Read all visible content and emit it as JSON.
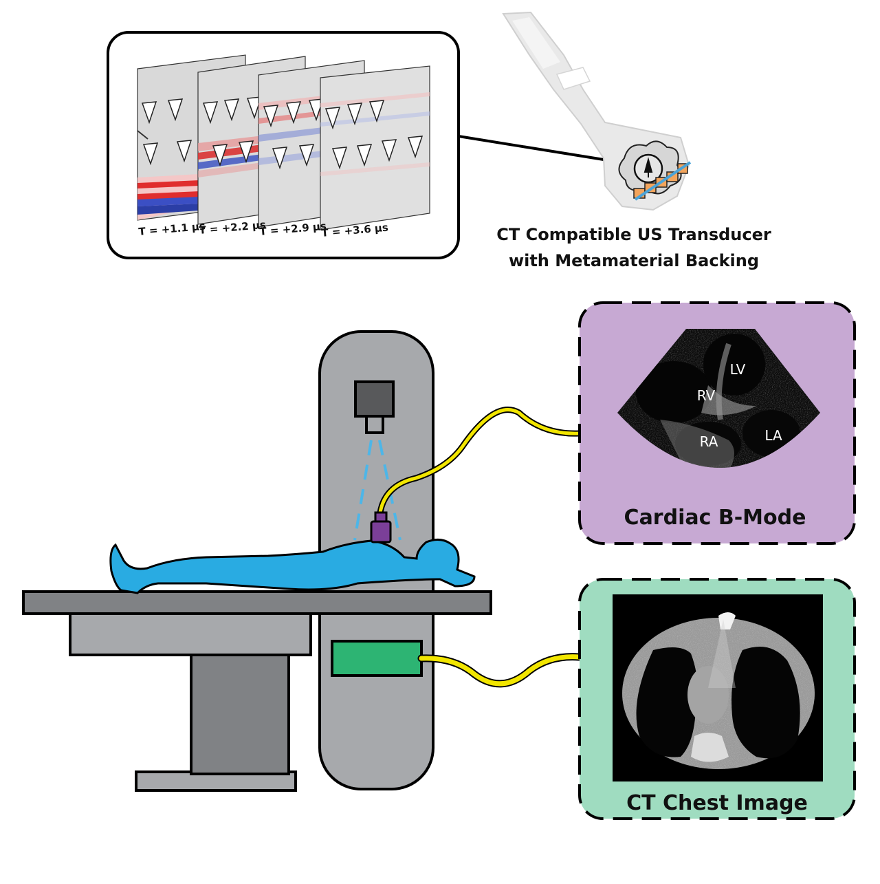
{
  "transducer": {
    "caption_line1": "CT Compatible US Transducer",
    "caption_line2": "with Metamaterial Backing"
  },
  "wave_panel": {
    "frames": [
      {
        "time_label": "T = +1.1 µs"
      },
      {
        "time_label": "T = +2.2 µs"
      },
      {
        "time_label": "T = +2.9 µs"
      },
      {
        "time_label": "T = +3.6 µs"
      }
    ]
  },
  "bmode": {
    "title": "Cardiac B-Mode",
    "chambers": {
      "lv": "LV",
      "rv": "RV",
      "ra": "RA",
      "la": "LA"
    },
    "panel_color": "#c7a9d3"
  },
  "ct_image": {
    "title": "CT Chest Image",
    "panel_color": "#9fdcc0"
  },
  "colors": {
    "patient": "#29abe2",
    "gantry": "#a7a9ac",
    "cable": "#f2e600",
    "probe": "#7b3f98",
    "detector": "#2db473",
    "xray_beam": "#4db6e8"
  }
}
